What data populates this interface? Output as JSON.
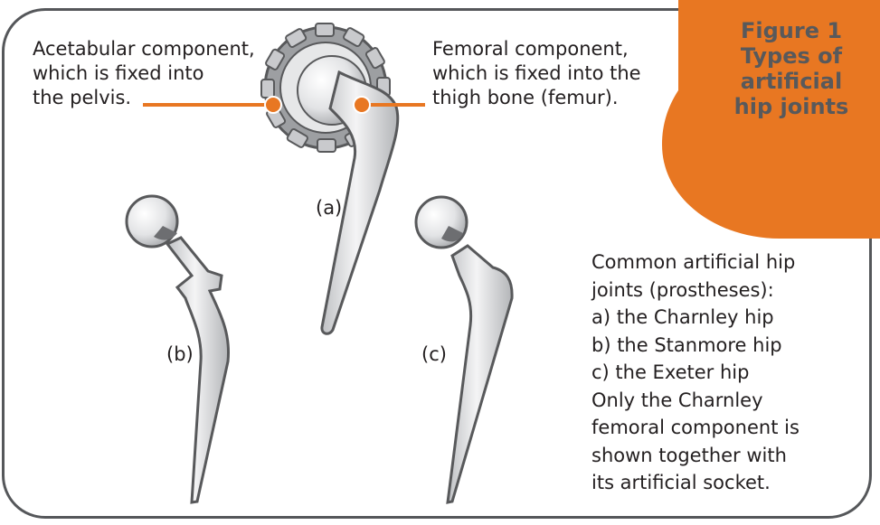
{
  "figure": {
    "number_label": "Figure 1",
    "title_lines": [
      "Types of",
      "artificial",
      "hip joints"
    ]
  },
  "labels": {
    "acetabular": [
      "Acetabular component,",
      "which is fixed into",
      "the pelvis."
    ],
    "femoral": [
      "Femoral component,",
      "which is fixed into the",
      "thigh bone (femur)."
    ]
  },
  "variants": {
    "a": "(a)",
    "b": "(b)",
    "c": "(c)"
  },
  "description": {
    "lines": [
      "Common artificial hip",
      "joints (prostheses):",
      "a)  the Charnley hip",
      "b)  the Stanmore hip",
      "c)  the Exeter hip",
      "Only the Charnley",
      "femoral component is",
      "shown together with",
      "its artificial socket."
    ]
  },
  "colors": {
    "accent": "#e87722",
    "frame": "#55575a",
    "badge_text": "#58595b",
    "metal": "#d9dadc"
  }
}
